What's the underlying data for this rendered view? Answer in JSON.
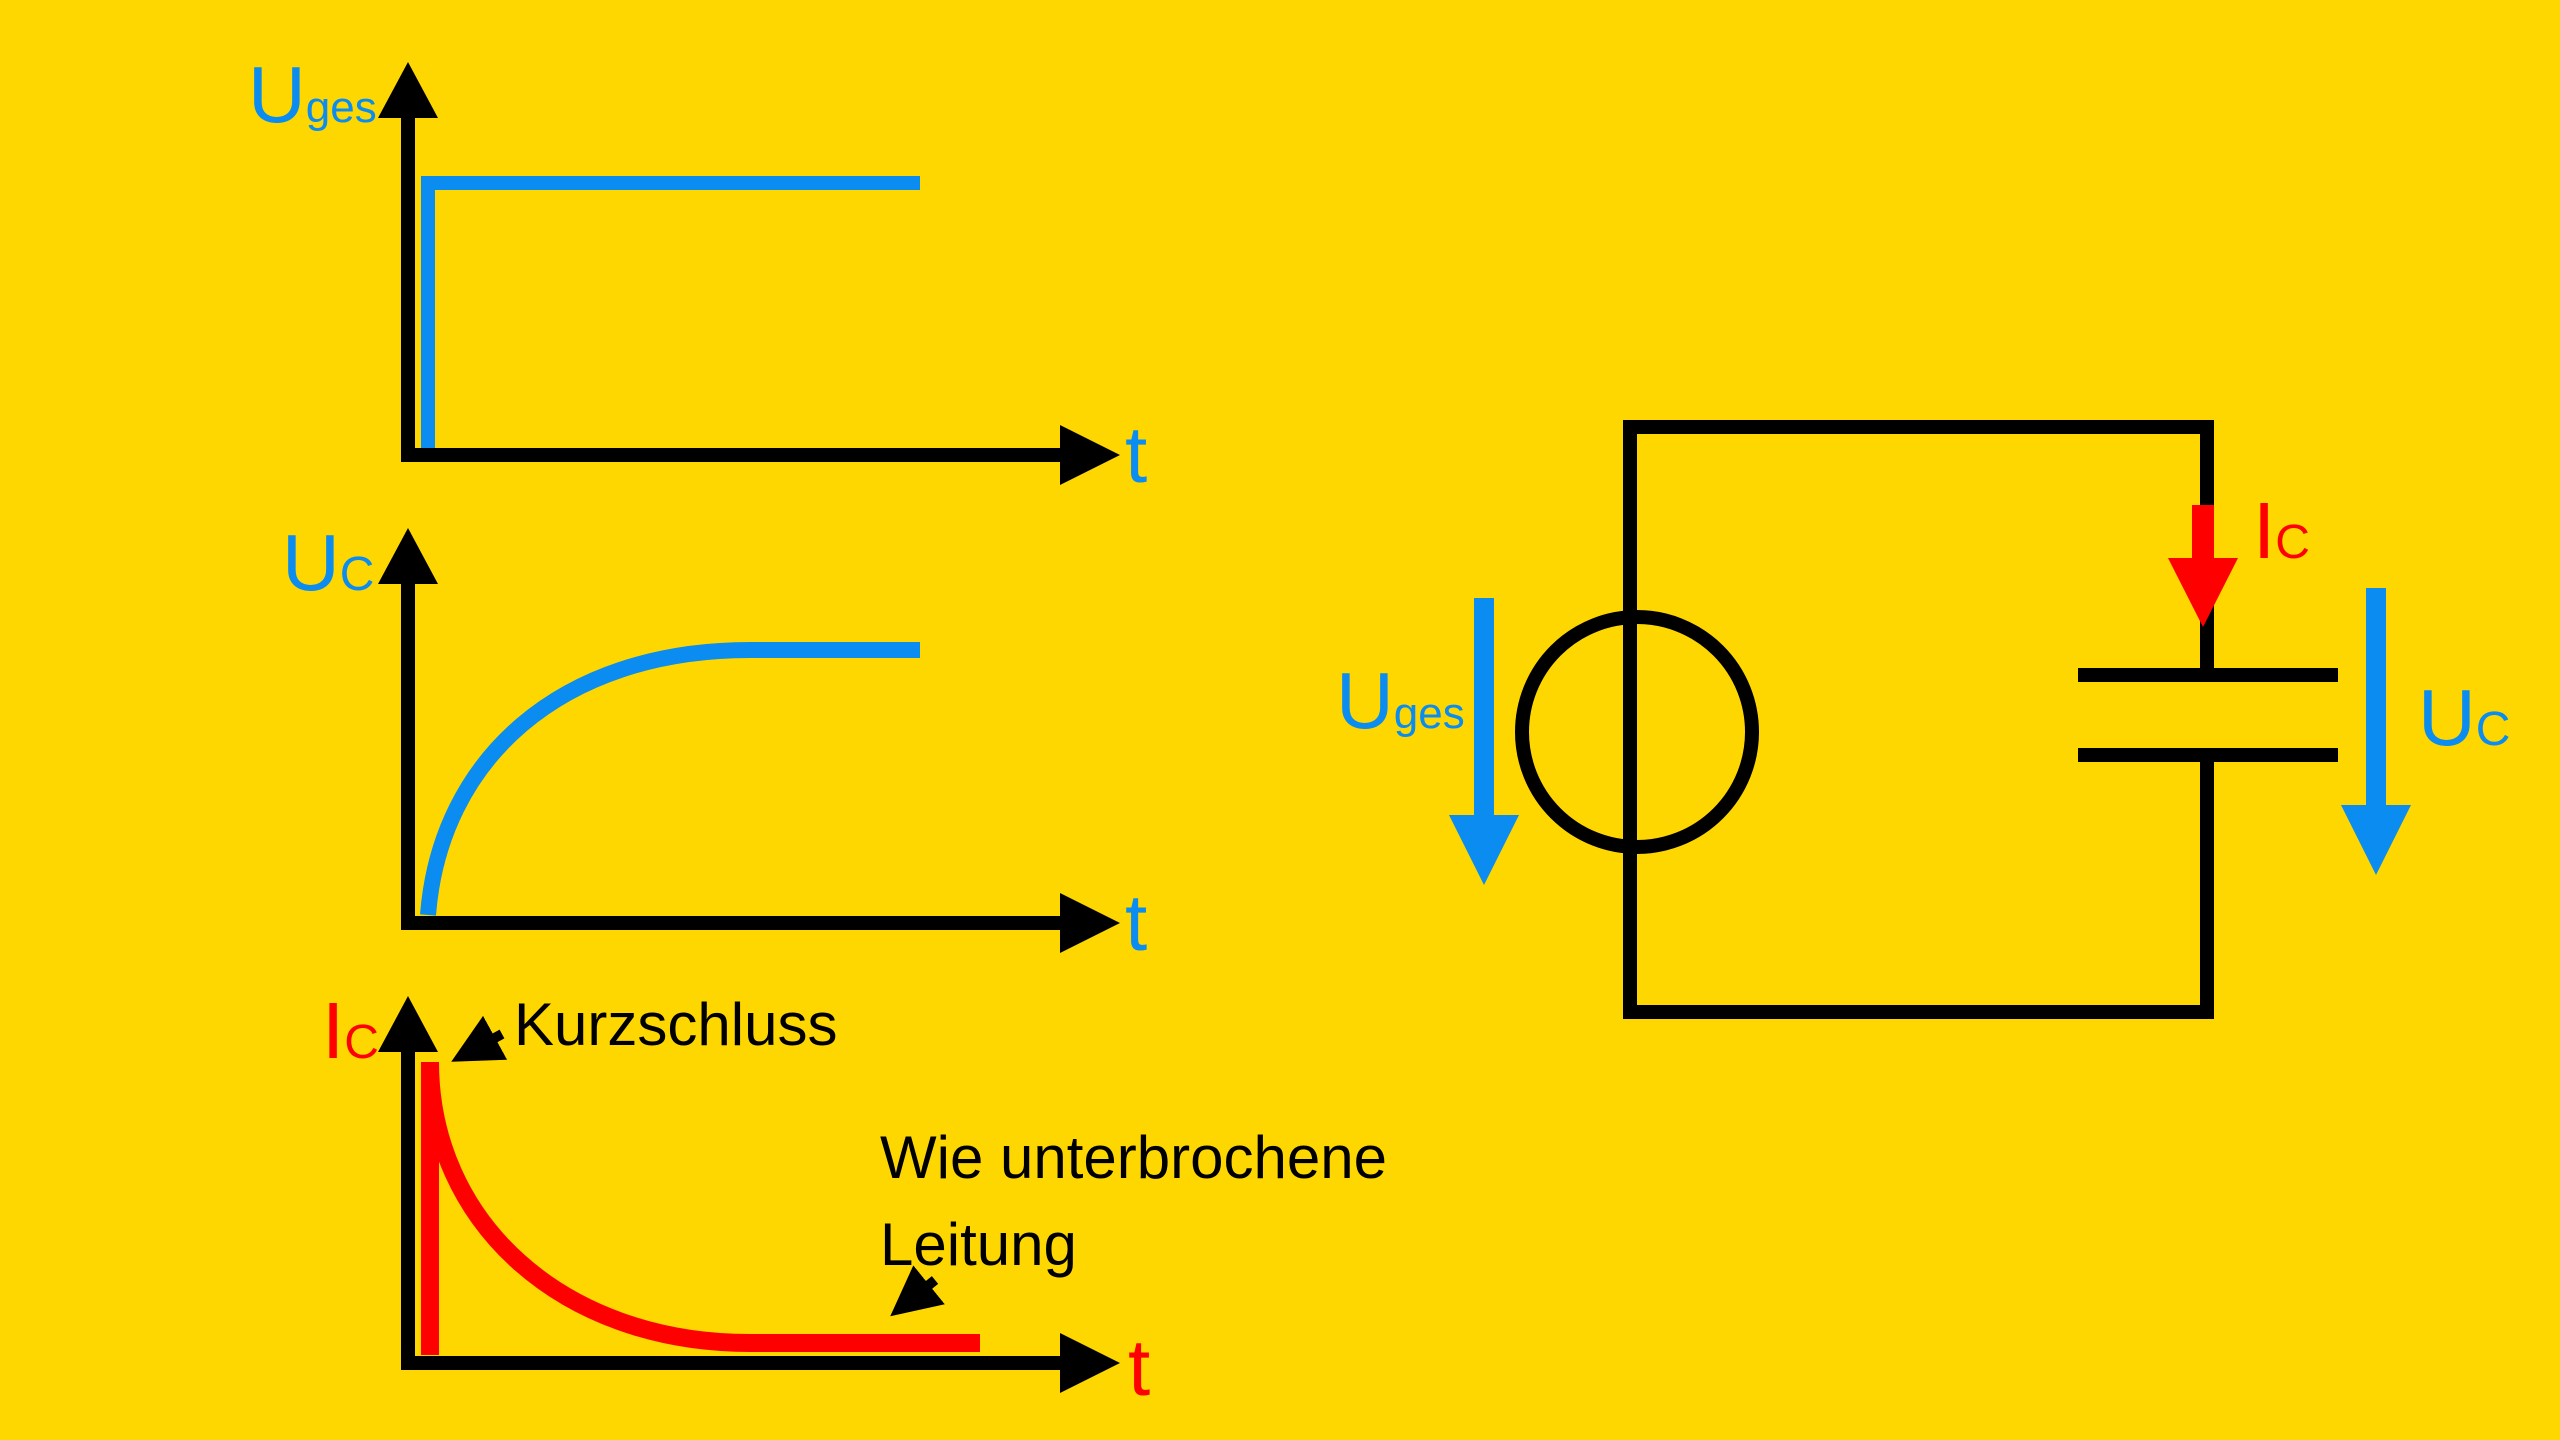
{
  "colors": {
    "background": "#FFD700",
    "axis": "#000000",
    "voltage": "#0A8CF0",
    "current": "#FF0000",
    "annotation": "#000000"
  },
  "graphs": {
    "total_voltage": {
      "y_label_main": "U",
      "y_label_sub": "ges",
      "x_label": "t",
      "curve_shape": "step"
    },
    "capacitor_voltage": {
      "y_label_main": "U",
      "y_label_sub": "C",
      "x_label": "t",
      "curve_shape": "charging-exponential"
    },
    "capacitor_current": {
      "y_label_main": "I",
      "y_label_sub": "C",
      "x_label": "t",
      "curve_shape": "decaying-exponential",
      "annotation_short_circuit": "Kurzschluss",
      "annotation_open_line_1": "Wie unterbrochene",
      "annotation_open_line_2": "Leitung"
    }
  },
  "circuit": {
    "source_voltage_main": "U",
    "source_voltage_sub": "ges",
    "current_main": "I",
    "current_sub": "C",
    "capacitor_voltage_main": "U",
    "capacitor_voltage_sub": "C",
    "source_icon": "voltage-source-icon",
    "capacitor_icon": "capacitor-icon"
  }
}
